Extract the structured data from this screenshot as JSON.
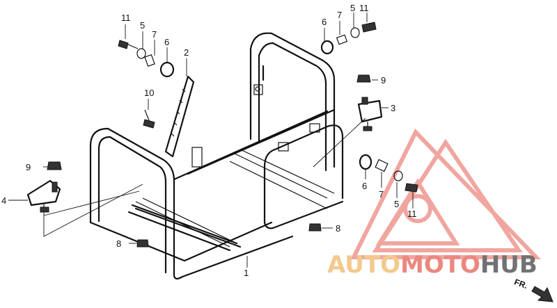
{
  "callouts": [
    {
      "id": "c11a",
      "text": "11"
    },
    {
      "id": "c5a",
      "text": "5"
    },
    {
      "id": "c7a",
      "text": "7"
    },
    {
      "id": "c6a",
      "text": "6"
    },
    {
      "id": "c2",
      "text": "2"
    },
    {
      "id": "c10",
      "text": "10"
    },
    {
      "id": "c6b",
      "text": "6"
    },
    {
      "id": "c7b",
      "text": "7"
    },
    {
      "id": "c5b",
      "text": "5"
    },
    {
      "id": "c11b",
      "text": "11"
    },
    {
      "id": "c9a",
      "text": "9"
    },
    {
      "id": "c3",
      "text": "3"
    },
    {
      "id": "c9b",
      "text": "9"
    },
    {
      "id": "c4",
      "text": "4"
    },
    {
      "id": "c6c",
      "text": "6"
    },
    {
      "id": "c7c",
      "text": "7"
    },
    {
      "id": "c5c",
      "text": "5"
    },
    {
      "id": "c11c",
      "text": "11"
    },
    {
      "id": "c8a",
      "text": "8"
    },
    {
      "id": "c8b",
      "text": "8"
    },
    {
      "id": "c1",
      "text": "1"
    }
  ],
  "watermark": {
    "part1": "AUTO",
    "part2": "MOTO",
    "part3": "HUB",
    "color_auto": "#f2c079",
    "color_moto": "#e8746a",
    "color_hub": "#5a5a5a",
    "triangle_color": "#e8746a"
  },
  "direction": {
    "label": "FR."
  }
}
